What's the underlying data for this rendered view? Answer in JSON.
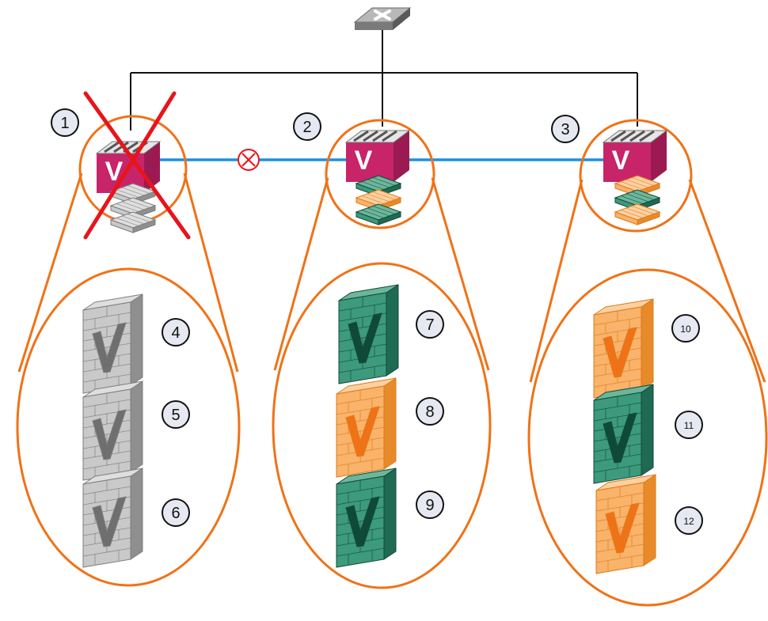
{
  "colors": {
    "accent_orange": "#F07217",
    "link_blue": "#1E90E0",
    "failure_red": "#E8141B",
    "appliance_magenta": "#C7246A",
    "wall_gray": "#9A9A9A",
    "wall_green": "#1F7A5E",
    "wall_orange": "#F6A24A"
  },
  "switch": {
    "icon": "network-switch-icon"
  },
  "link_failure": {
    "icon": "circled-x-icon"
  },
  "nodes": [
    {
      "label": "1",
      "status": "failed",
      "stack": [
        "gray",
        "gray",
        "gray"
      ],
      "instances": [
        {
          "label": "4",
          "color": "gray"
        },
        {
          "label": "5",
          "color": "gray"
        },
        {
          "label": "6",
          "color": "gray"
        }
      ]
    },
    {
      "label": "2",
      "status": "active",
      "stack": [
        "green",
        "orange",
        "green"
      ],
      "instances": [
        {
          "label": "7",
          "color": "green"
        },
        {
          "label": "8",
          "color": "orange"
        },
        {
          "label": "9",
          "color": "green"
        }
      ]
    },
    {
      "label": "3",
      "status": "active",
      "stack": [
        "orange",
        "green",
        "orange"
      ],
      "instances": [
        {
          "label": "10",
          "color": "orange"
        },
        {
          "label": "11",
          "color": "green"
        },
        {
          "label": "12",
          "color": "orange"
        }
      ]
    }
  ]
}
